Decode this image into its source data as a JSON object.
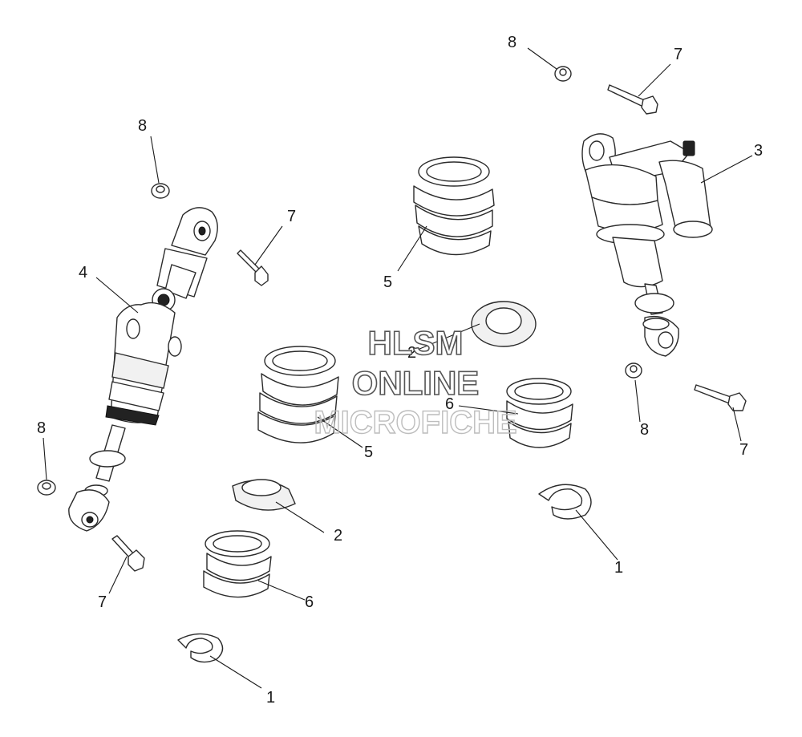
{
  "watermark": {
    "line1": "HLSM",
    "line2": "ONLINE",
    "line3": "MICROFICHE"
  },
  "callouts": [
    {
      "id": "c1a",
      "label": "1"
    },
    {
      "id": "c1b",
      "label": "1"
    },
    {
      "id": "c2a",
      "label": "2"
    },
    {
      "id": "c2b",
      "label": "2"
    },
    {
      "id": "c3",
      "label": "3"
    },
    {
      "id": "c4",
      "label": "4"
    },
    {
      "id": "c5a",
      "label": "5"
    },
    {
      "id": "c5b",
      "label": "5"
    },
    {
      "id": "c6a",
      "label": "6"
    },
    {
      "id": "c6b",
      "label": "6"
    },
    {
      "id": "c7a",
      "label": "7"
    },
    {
      "id": "c7b",
      "label": "7"
    },
    {
      "id": "c7c",
      "label": "7"
    },
    {
      "id": "c7d",
      "label": "7"
    },
    {
      "id": "c8a",
      "label": "8"
    },
    {
      "id": "c8b",
      "label": "8"
    },
    {
      "id": "c8c",
      "label": "8"
    },
    {
      "id": "c8d",
      "label": "8"
    }
  ]
}
